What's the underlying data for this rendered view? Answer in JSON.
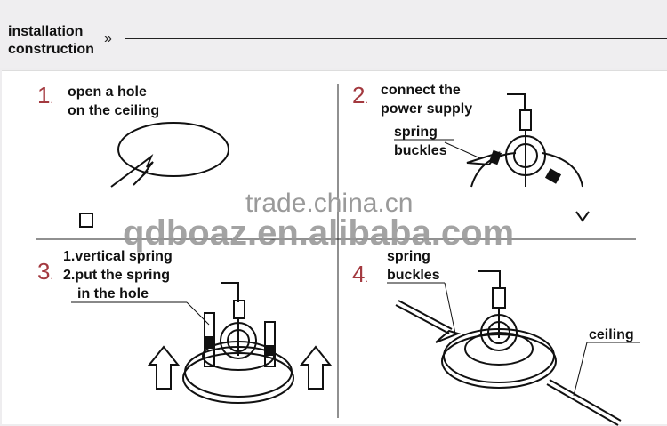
{
  "header": {
    "title_line1": "installation",
    "title_line2": "construction",
    "chevron": "»"
  },
  "steps": [
    {
      "number": "1",
      "lines": [
        "open a hole",
        "on the ceiling"
      ]
    },
    {
      "number": "2",
      "lines": [
        "connect the",
        "power supply"
      ],
      "callout": [
        "spring",
        "buckles"
      ]
    },
    {
      "number": "3",
      "lines": [
        "1.vertical spring",
        "2.put the spring",
        "in the hole"
      ]
    },
    {
      "number": "4",
      "callout": [
        "spring",
        "buckles"
      ],
      "callout2": "ceiling"
    }
  ],
  "watermark": {
    "line1": "trade.china.cn",
    "line2": "qdboaz.en.alibaba.com"
  },
  "colors": {
    "step_number": "#a3393f",
    "background": "#eeedef",
    "panel": "#ffffff"
  }
}
